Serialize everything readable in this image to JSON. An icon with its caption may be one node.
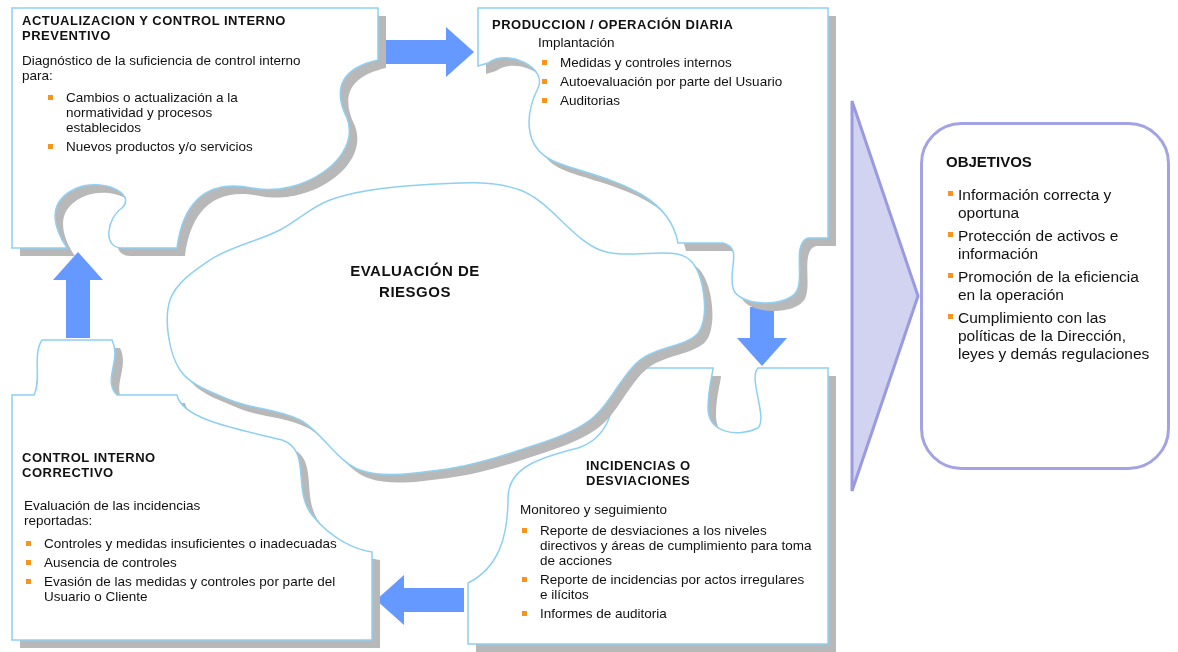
{
  "diagram": {
    "nodes": [
      {
        "text": [
          "ACTUALIZACION Y CONTROL INTERNO PREVENTIVO",
          "Diagnóstico de la suficiencia de control interno para:",
          "Cambios o actualización a la normatividad y procesos establecidos",
          "Nuevos productos y/o servicios"
        ]
      },
      {
        "text": [
          "PRODUCCION / OPERACIÓN DIARIA",
          "Implantación",
          "Medidas y controles internos",
          "Autoevaluación por parte del Usuario",
          "Auditorias"
        ]
      },
      {
        "text": [
          "EVALUACIÓN DE RIESGOS"
        ]
      },
      {
        "text": [
          "INCIDENCIAS O DESVIACIONES",
          "Monitoreo y seguimiento",
          "Reporte de desviaciones a los niveles directivos y áreas de cumplimiento para toma de acciones",
          "Reporte de incidencias por actos irregulares e ilícitos",
          "Informes de auditoria"
        ]
      },
      {
        "text": [
          "CONTROL INTERNO CORRECTIVO",
          "Evaluación de las incidencias reportadas:",
          "Controles y medidas insuficientes o inadecuadas",
          "Ausencia de controles",
          "Evasión de las medidas y controles por parte del Usuario o Cliente"
        ]
      },
      {
        "text": [
          "OBJETIVOS",
          "Información correcta y oportuna",
          "Protección de activos e información",
          "Promoción de la eficiencia en la operación",
          "Cumplimiento con las políticas de la Dirección, leyes y demás regulaciones"
        ]
      }
    ],
    "edges": [
      {
        "from": 0,
        "to": 1,
        "arrow": "to"
      },
      {
        "from": 1,
        "to": 3,
        "arrow": "to"
      },
      {
        "from": 3,
        "to": 4,
        "arrow": "to"
      },
      {
        "from": 4,
        "to": 0,
        "arrow": "to"
      },
      {
        "from": null,
        "to": 5,
        "arrow": "to",
        "color": "#9a9ae0"
      }
    ]
  }
}
